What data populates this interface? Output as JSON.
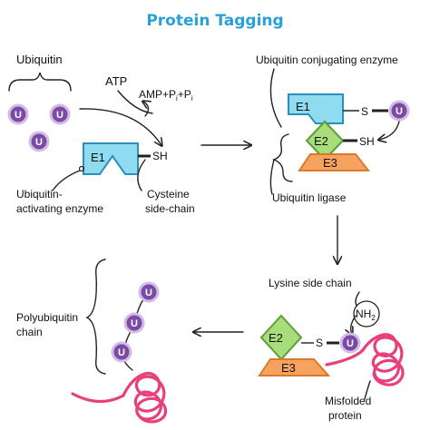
{
  "title": "Protein Tagging",
  "labels": {
    "ubiquitin": "Ubiquitin",
    "atp": "ATP",
    "amp_pi_pi": "AMP+P",
    "pi_sub": "i",
    "plus": "+P",
    "pi_sub2": "i",
    "sh": "SH",
    "ubiquitin_activating_line1": "Ubiquitin-",
    "ubiquitin_activating_line2": "activating enzyme",
    "cysteine_line1": "Cysteine",
    "cysteine_line2": "side-chain",
    "ubiquitin_conjugating_enzyme": "Ubiquitin conjugating enzyme",
    "s": "S",
    "sh2": "SH",
    "ubiquitin_ligase": "Ubiquitin ligase",
    "lysine_side_chain": "Lysine side chain",
    "nh2": "NH",
    "nh2_sub": "2",
    "s2": "S",
    "misfolded_line1": "Misfolded",
    "misfolded_line2": "protein",
    "polyubiquitin_line1": "Polyubiquitin",
    "polyubiquitin_line2": "chain"
  },
  "molecules": {
    "ubiquitin_letter": "U",
    "e1": "E1",
    "e2": "E2",
    "e3": "E3"
  },
  "colors": {
    "title": "#2a9fd8",
    "ubiquitin_fill": "#7b4aa6",
    "ubiquitin_ring": "#d3bde6",
    "e1_fill": "#8fdcf0",
    "e1_stroke": "#2a8fbf",
    "e2_fill": "#a9dc7a",
    "e2_stroke": "#5e9e35",
    "e3_fill": "#f6a35f",
    "e3_stroke": "#d97a2b",
    "protein": "#e8407a"
  }
}
